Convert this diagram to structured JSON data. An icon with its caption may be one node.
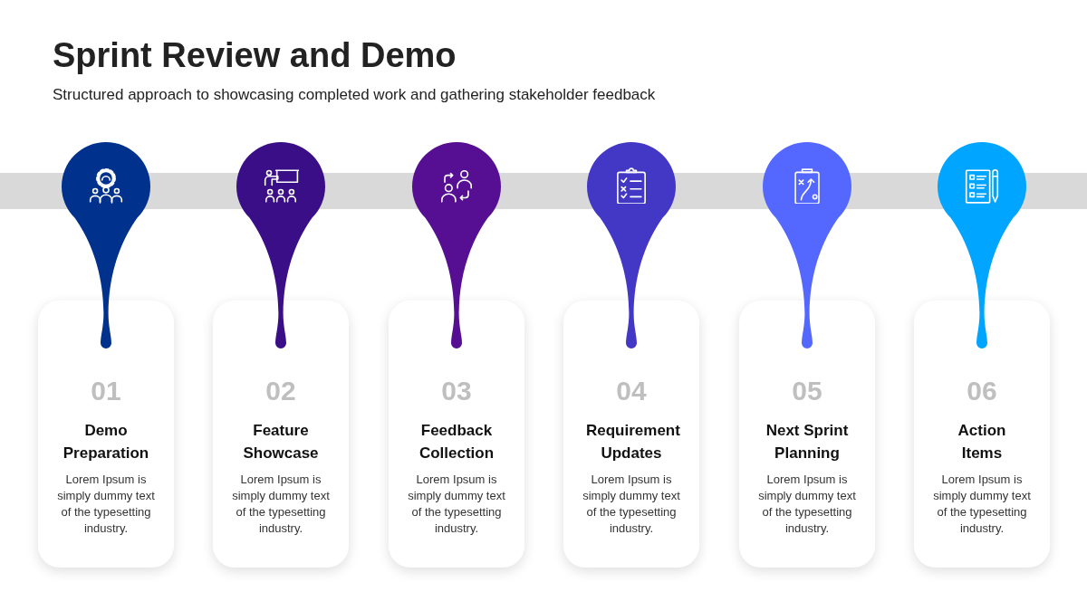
{
  "diagram": {
    "title": "Sprint Review and Demo",
    "nodes": [
      {
        "text": [
          "01",
          "Demo Preparation",
          "Lorem Ipsum is simply dummy text of the typesetting industry."
        ]
      },
      {
        "text": [
          "02",
          "Feature Showcase",
          "Lorem Ipsum is simply dummy text of the typesetting industry."
        ]
      },
      {
        "text": [
          "03",
          "Feedback Collection",
          "Lorem Ipsum is simply dummy text of the typesetting industry."
        ]
      },
      {
        "text": [
          "04",
          "Requirement Updates",
          "Lorem Ipsum is simply dummy text of the typesetting industry."
        ]
      },
      {
        "text": [
          "05",
          "Next Sprint Planning",
          "Lorem Ipsum is simply dummy text of the typesetting industry."
        ]
      },
      {
        "text": [
          "06",
          "Action Items",
          "Lorem Ipsum is simply dummy text of the typesetting industry."
        ]
      }
    ],
    "labels": [
      "Structured approach to showcasing completed work and gathering stakeholder feedback"
    ]
  }
}
